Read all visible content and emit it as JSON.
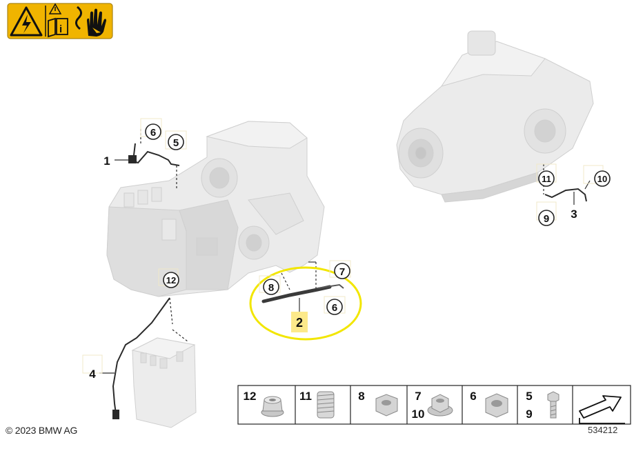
{
  "callouts": {
    "c1": "1",
    "c2": "2",
    "c3": "3",
    "c4": "4",
    "c5": "5",
    "c6a": "6",
    "c6b": "6",
    "c7": "7",
    "c8": "8",
    "c9": "9",
    "c10": "10",
    "c11": "11",
    "c12": "12"
  },
  "parts_strip": {
    "items": [
      {
        "labels": [
          "12"
        ],
        "icon": "nut-with-washer-icon"
      },
      {
        "labels": [
          "11"
        ],
        "icon": "threaded-insert-icon"
      },
      {
        "labels": [
          "8"
        ],
        "icon": "hex-nut-icon"
      },
      {
        "labels": [
          "7",
          "10"
        ],
        "icon": "hex-collar-nut-icon"
      },
      {
        "labels": [
          "6"
        ],
        "icon": "hex-nut-icon"
      },
      {
        "labels": [
          "5",
          "9"
        ],
        "icon": "bolt-icon"
      }
    ],
    "arrow_icon": "direction-arrow-icon"
  },
  "warning_icons": [
    "high-voltage-warning-icon",
    "read-manual-icon",
    "do-not-touch-icon"
  ],
  "colors": {
    "warning_yellow": "#f0b400",
    "highlight_ellipse": "#f2e600",
    "highlight_box": "#fce98a",
    "part_gray": "#e6e6e6"
  },
  "footer": {
    "copyright": "© 2023 BMW AG",
    "document_number": "534212"
  }
}
